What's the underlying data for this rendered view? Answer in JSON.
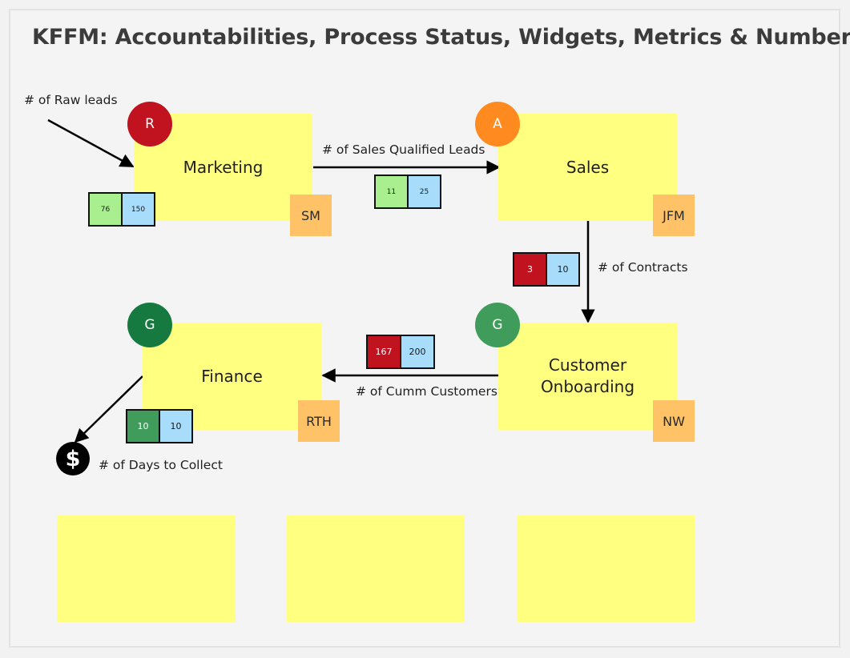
{
  "title": "KFFM: Accountabilities, Process Status, Widgets, Metrics & Numbers",
  "colors": {
    "sticky_yellow": "#ffff80",
    "owner_orange": "#ffc266",
    "status_red": "#c1121f",
    "status_amber": "#ff8a1f",
    "status_green_dark": "#167a40",
    "status_green": "#3f9c5a",
    "metric_green_light": "#a9ef8f",
    "metric_green_dark": "#3f9c5a",
    "metric_red": "#c1121f",
    "metric_blue": "#a7dcfb"
  },
  "processes": {
    "marketing": {
      "label": "Marketing",
      "status": "R",
      "owner": "SM",
      "metric_actual": "76",
      "metric_target": "150"
    },
    "sales": {
      "label": "Sales",
      "status": "A",
      "owner": "JFM"
    },
    "customer_onboarding": {
      "label": "Customer Onboarding",
      "status": "G",
      "owner": "NW"
    },
    "finance": {
      "label": "Finance",
      "status": "G",
      "owner": "RTH",
      "metric_actual": "10",
      "metric_target": "10"
    }
  },
  "flows": {
    "raw_leads": {
      "label": "# of Raw leads"
    },
    "sales_qualified_leads": {
      "label": "# of Sales Qualified Leads",
      "metric_actual": "11",
      "metric_target": "25"
    },
    "contracts": {
      "label": "# of Contracts",
      "metric_actual": "3",
      "metric_target": "10"
    },
    "cumm_customers": {
      "label": "# of Cumm Customers",
      "metric_actual": "167",
      "metric_target": "200"
    },
    "days_to_collect": {
      "label": "# of Days to Collect",
      "icon": "dollar-icon",
      "icon_glyph": "$"
    }
  }
}
